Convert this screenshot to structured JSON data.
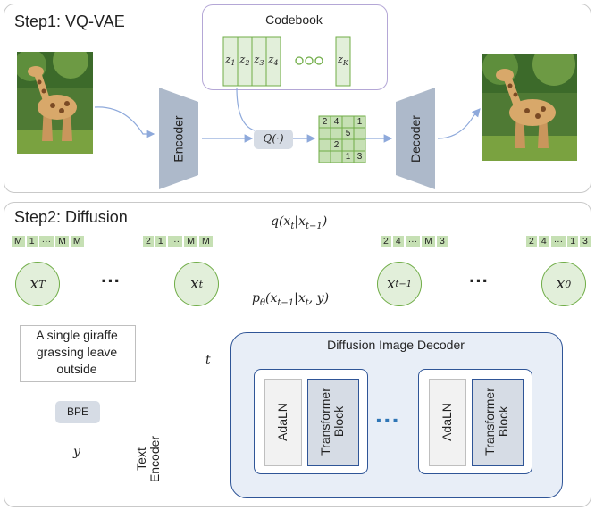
{
  "step1": {
    "title": "Step1: VQ-VAE",
    "codebook_title": "Codebook",
    "codebook_entries": [
      "z1",
      "z2",
      "z3",
      "z4"
    ],
    "codebook_last": "zK",
    "encoder_label": "Encoder",
    "decoder_label": "Decoder",
    "quantizer_label": "Q(·)",
    "grid_cells": [
      "2",
      "4",
      "",
      "1",
      "",
      "",
      "5",
      "",
      "",
      "2",
      "",
      "",
      "",
      "",
      "1",
      "3"
    ]
  },
  "step2": {
    "title": "Step2: Diffusion",
    "node_T": "x_T",
    "node_t": "x_t",
    "node_t1": "x_{t-1}",
    "node_0": "x_0",
    "tokens_T": [
      "M",
      "1",
      "···",
      "M",
      "M"
    ],
    "tokens_t": [
      "2",
      "1",
      "···",
      "M",
      "M"
    ],
    "tokens_t1": [
      "2",
      "4",
      "···",
      "M",
      "3"
    ],
    "tokens_0": [
      "2",
      "4",
      "···",
      "1",
      "3"
    ],
    "q_label": "q(x_t|x_{t-1})",
    "p_label": "p_θ(x_{t-1}|x_t, y)",
    "text_prompt": "A single giraffe grassing leave outside",
    "bpe_label": "BPE",
    "y_label": "y",
    "t_label": "t",
    "text_encoder_label": "Text Encoder",
    "decoder_title": "Diffusion Image Decoder",
    "adaln_label": "AdaLN",
    "transformer_label": "Transformer Block",
    "ellipsis": "···"
  },
  "colors": {
    "accent_green": "#70ad47",
    "token_green": "#c6e0b4",
    "encoder_gray": "#adb9ca",
    "text_encoder_orange": "#f8cbad",
    "decoder_panel": "#e8eef7",
    "dot_blue": "#2e75b6",
    "codebook_border": "#b4a7d6"
  }
}
